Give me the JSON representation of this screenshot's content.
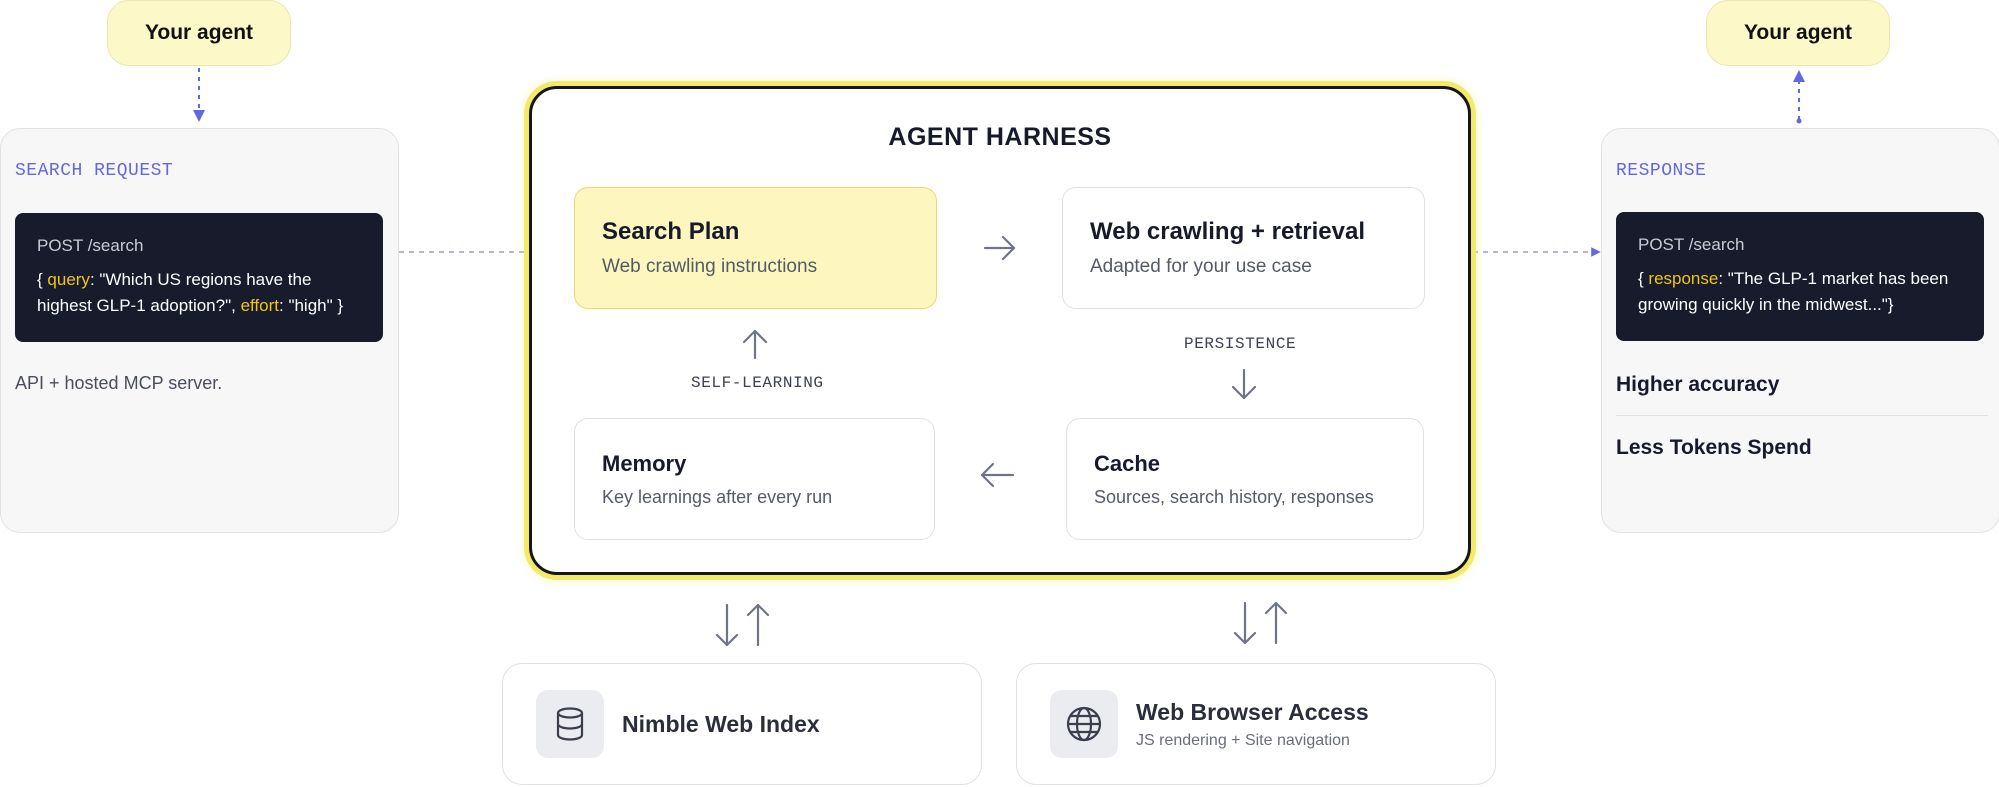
{
  "agent_top_left": {
    "label": "Your agent"
  },
  "agent_top_right": {
    "label": "Your agent"
  },
  "search_request": {
    "title": "SEARCH REQUEST",
    "method": "POST /search",
    "code_open": "{ ",
    "key1": "query",
    "val1": ": \"Which US regions have the highest GLP-1 adoption?\", ",
    "key2": "effort",
    "val2": ": \"high\" }",
    "caption": "API + hosted MCP server."
  },
  "harness": {
    "title": "AGENT HARNESS",
    "search_plan": {
      "title": "Search Plan",
      "subtitle": "Web crawling instructions"
    },
    "web_crawling": {
      "title": "Web crawling + retrieval",
      "subtitle": "Adapted for your use case"
    },
    "memory": {
      "title": "Memory",
      "subtitle": "Key learnings after every run"
    },
    "cache": {
      "title": "Cache",
      "subtitle": "Sources, search history, responses"
    },
    "self_learning_label": "SELF-LEARNING",
    "persistence_label": "PERSISTENCE"
  },
  "response": {
    "title": "RESPONSE",
    "method": "POST /search",
    "code_open": "{ ",
    "key1": "response",
    "val1": ": \"The GLP-1 market has been growing quickly in the midwest...\"}",
    "benefits": [
      "Higher accuracy",
      "Less Tokens Spend"
    ]
  },
  "nimble_index": {
    "title": "Nimble Web Index",
    "icon": "database-icon"
  },
  "browser_access": {
    "title": "Web Browser Access",
    "subtitle": "JS rendering + Site navigation",
    "icon": "globe-icon"
  },
  "colors": {
    "accent": "#6468e0",
    "highlight_yellow": "#fdf7bf",
    "code_bg": "#171b2c",
    "code_key": "#f0c419"
  }
}
